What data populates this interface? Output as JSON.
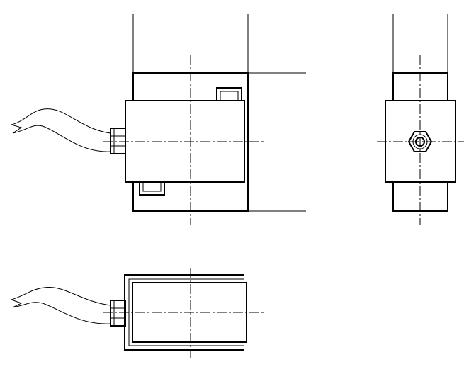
{
  "drawing": {
    "type": "orthographic-technical-drawing",
    "views": [
      "front-view",
      "side-view",
      "top-view"
    ],
    "line_color": "#000000",
    "background": "#ffffff"
  }
}
